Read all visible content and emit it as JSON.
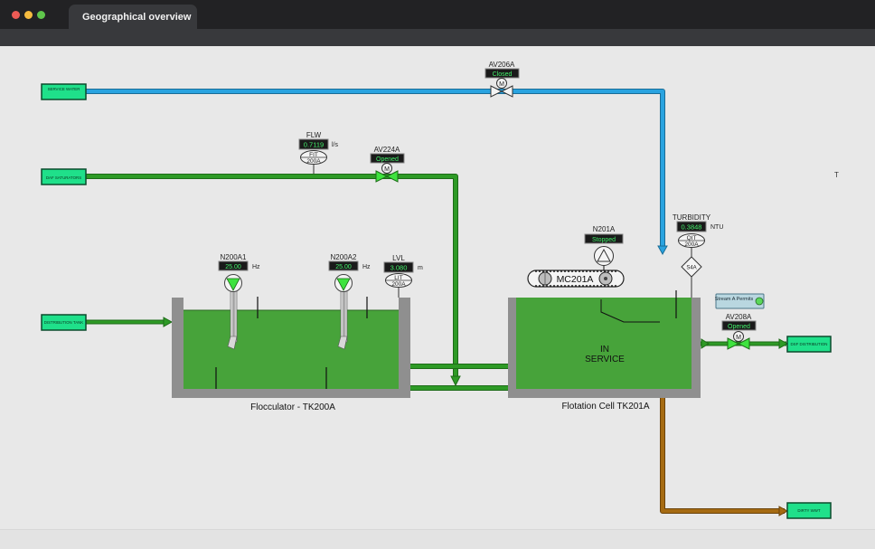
{
  "window": {
    "tab_title": "Geographical overview",
    "dots": [
      "#ed5b55",
      "#f5bb3f",
      "#5fc64b"
    ]
  },
  "colors": {
    "water_pipe": "#29a3e0",
    "process_pipe": "#2e9a26",
    "dirty_pipe": "#a66b12",
    "liquid": "#47a33a",
    "button_green": "#1fe08a",
    "display_green": "#43f06b"
  },
  "sources": {
    "service_water": "SERVICE WATER",
    "daf_saturators": "DAF SATURATORS",
    "distribution_tank": "DISTRIBUTION TANK"
  },
  "destinations": {
    "dsf_distribution": "DSF DISTRIBUTION",
    "dirty_wwt": "DIRTY WWT"
  },
  "valves": {
    "av206a": {
      "tag": "AV206A",
      "status": "Closed",
      "actuator": "M"
    },
    "av224a": {
      "tag": "AV224A",
      "status": "Opened",
      "actuator": "M"
    },
    "av208a": {
      "tag": "AV208A",
      "status": "Opened",
      "actuator": "M"
    }
  },
  "instruments": {
    "flw": {
      "label": "FLW",
      "value": "0.7119",
      "unit": "l/s",
      "code": "FIT",
      "number": "200A"
    },
    "lvl": {
      "label": "LVL",
      "value": "3.080",
      "unit": "m",
      "code": "LIT",
      "number": "200A"
    },
    "turbidity": {
      "label": "TURBIDITY",
      "value": "0.3848",
      "unit": "NTU",
      "code": "QIT",
      "number": "200A"
    }
  },
  "mixers": {
    "n200a1": {
      "tag": "N200A1",
      "value": "25.00",
      "unit": "Hz"
    },
    "n200a2": {
      "tag": "N200A2",
      "value": "25.00",
      "unit": "Hz"
    }
  },
  "pump": {
    "tag": "N201A",
    "status": "Stopped"
  },
  "conveyor": {
    "tag": "MC201A"
  },
  "analyzer": {
    "tag": "S4A"
  },
  "permit": {
    "label": "Stream A Permits"
  },
  "tanks": {
    "flocculator": {
      "name": "Flocculator - TK200A"
    },
    "flotation": {
      "name": "Flotation Cell TK201A",
      "status_line1": "IN",
      "status_line2": "SERVICE"
    }
  },
  "misc": {
    "stray_letter": "T"
  }
}
